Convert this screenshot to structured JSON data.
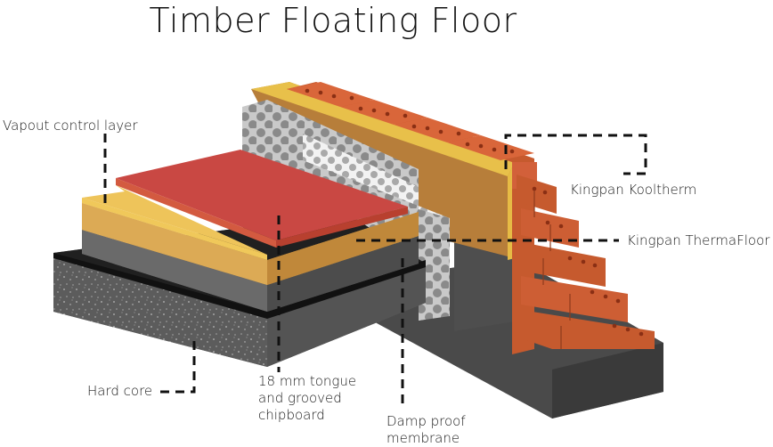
{
  "diagram": {
    "title": "Timber Floating Floor",
    "labels": {
      "vapour_control": "Vapout control layer",
      "kooltherm": "Kingpan Kooltherm",
      "thermafloor": "Kingpan ThermaFloor",
      "hard_core": "Hard core",
      "chipboard": [
        "18 mm tongue",
        "and grooved",
        "chipboard"
      ],
      "dpm": [
        "Damp proof",
        "membrane"
      ]
    }
  }
}
